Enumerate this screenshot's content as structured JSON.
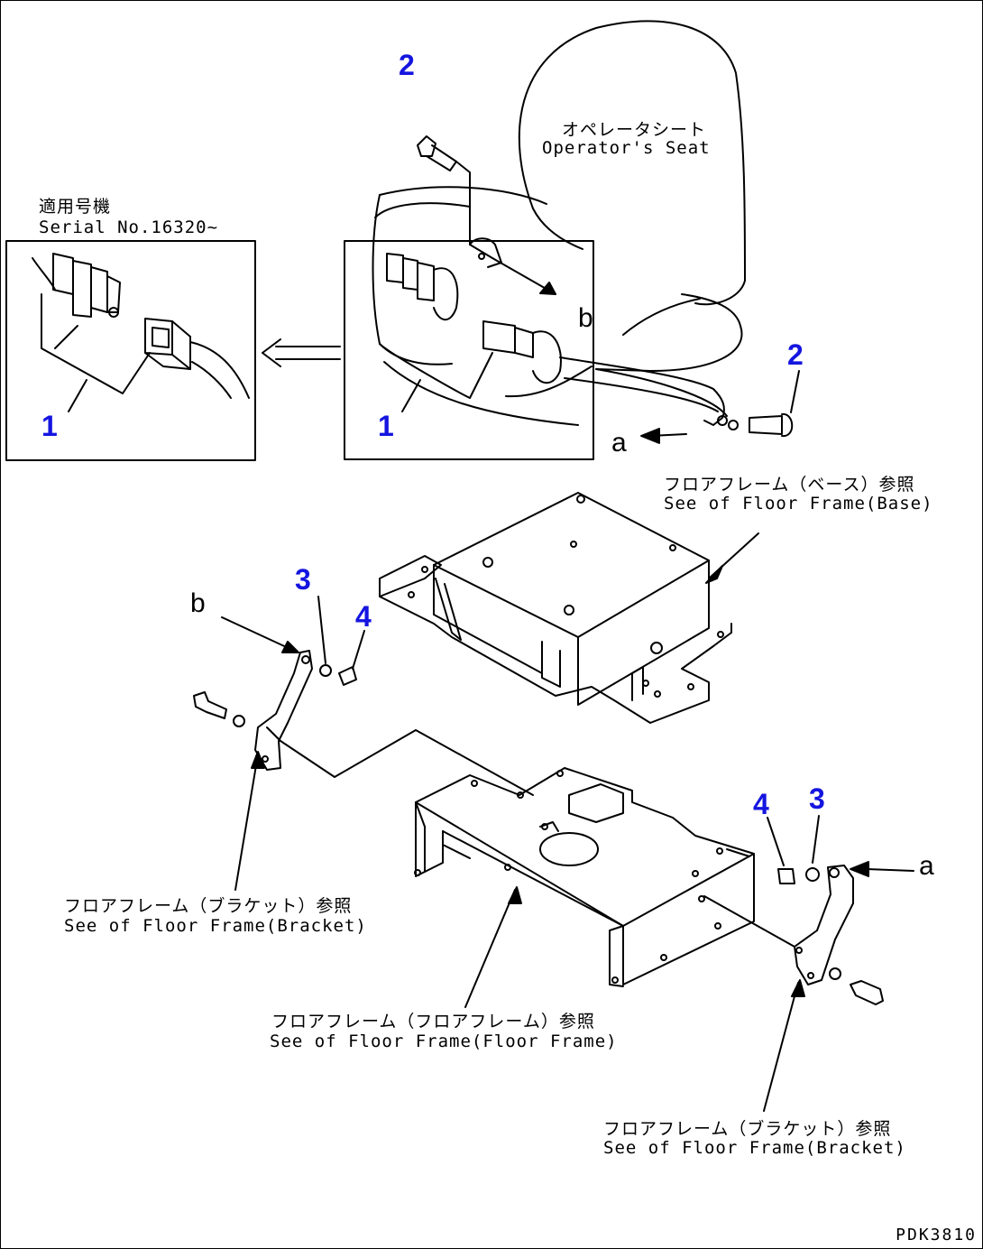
{
  "colors": {
    "line": "#000000",
    "callout": "#1515e0",
    "background": "#ffffff"
  },
  "labels": {
    "seat_jp": "オペレータシート",
    "seat_en": "Operator's Seat",
    "serial_jp": "適用号機",
    "serial_en": "Serial No.16320~",
    "base_jp": "フロアフレーム（ベース）参照",
    "base_en": "See of Floor Frame(Base)",
    "bracket_left_jp": "フロアフレーム（ブラケット）参照",
    "bracket_left_en": "See of Floor Frame(Bracket)",
    "floor_jp": "フロアフレーム（フロアフレーム）参照",
    "floor_en": "See of Floor Frame(Floor Frame)",
    "bracket_right_jp": "フロアフレーム（ブラケット）参照",
    "bracket_right_en": "See of Floor Frame(Bracket)"
  },
  "callouts": {
    "belt_left": "1",
    "belt_right": "1",
    "bolt_top": "2",
    "bolt_right": "2",
    "washer_left": "3",
    "nut_left": "4",
    "nut_right": "4",
    "washer_right": "3"
  },
  "letters": {
    "b_top": "b",
    "a_top": "a",
    "b_left": "b",
    "a_right": "a"
  },
  "figure_code": "PDK3810"
}
